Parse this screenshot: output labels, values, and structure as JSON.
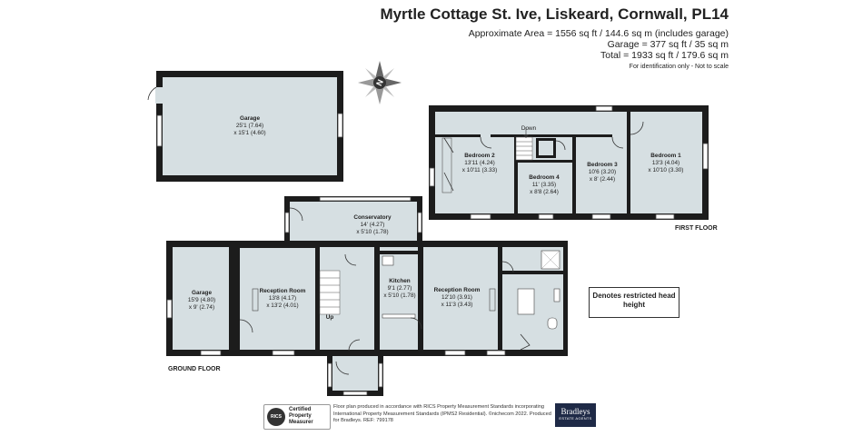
{
  "header": {
    "title": "Myrtle Cottage St. Ive, Liskeard, Cornwall, PL14",
    "area_lines": [
      "Approximate Area = 1556 sq ft / 144.6 sq m (includes garage)",
      "Garage = 377 sq ft / 35 sq m",
      "Total = 1933 sq ft / 179.6 sq m"
    ],
    "disclaimer": "For identification only - Not to scale"
  },
  "compass": {
    "label": "N"
  },
  "floors": {
    "ground": "GROUND FLOOR",
    "first": "FIRST FLOOR"
  },
  "rooms": {
    "garage_detached": {
      "name": "Garage",
      "dim1": "25'1 (7.64)",
      "dim2": "x 15'1 (4.60)"
    },
    "bedroom2": {
      "name": "Bedroom 2",
      "dim1": "13'11 (4.24)",
      "dim2": "x 10'11 (3.33)"
    },
    "bedroom4": {
      "name": "Bedroom 4",
      "dim1": "11' (3.35)",
      "dim2": "x 8'8 (2.64)"
    },
    "bedroom3": {
      "name": "Bedroom 3",
      "dim1": "10'6 (3.20)",
      "dim2": "x 8' (2.44)"
    },
    "bedroom1": {
      "name": "Bedroom 1",
      "dim1": "13'3 (4.04)",
      "dim2": "x 10'10 (3.30)"
    },
    "conservatory": {
      "name": "Conservatory",
      "dim1": "14' (4.27)",
      "dim2": "x 5'10 (1.78)"
    },
    "garage_ground": {
      "name": "Garage",
      "dim1": "15'9 (4.80)",
      "dim2": "x 9' (2.74)"
    },
    "reception1": {
      "name": "Reception Room",
      "dim1": "13'8 (4.17)",
      "dim2": "x 13'2 (4.01)"
    },
    "kitchen": {
      "name": "Kitchen",
      "dim1": "9'1 (2.77)",
      "dim2": "x 5'10 (1.78)"
    },
    "reception2": {
      "name": "Reception Room",
      "dim1": "12'10 (3.91)",
      "dim2": "x 11'3 (3.43)"
    }
  },
  "stairs": {
    "down": "Down",
    "up": "Up"
  },
  "legend": {
    "restricted": "Denotes restricted head height"
  },
  "footer": {
    "rics_badge": "RICS",
    "rics_lines": [
      "Certified",
      "Property",
      "Measurer"
    ],
    "note": "Floor plan produced in accordance with RICS Property Measurement Standards incorporating International Property Measurement Standards (IPMS2 Residential). ©nichecom 2022. Produced for Bradleys.   REF: 799178",
    "logo_name": "Bradleys",
    "logo_sub": "ESTATE AGENTS"
  }
}
